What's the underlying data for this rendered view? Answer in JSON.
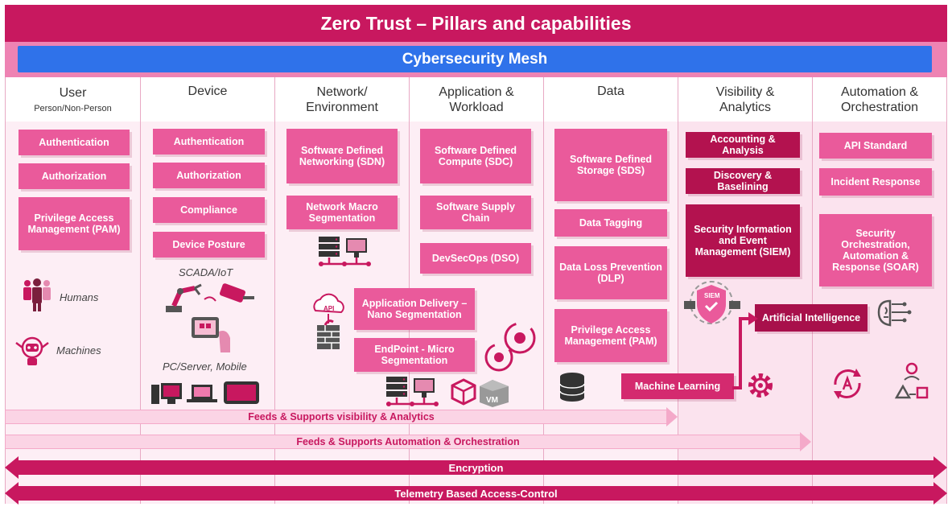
{
  "title": "Zero Trust – Pillars and capabilities",
  "mesh": "Cybersecurity Mesh",
  "columns": [
    {
      "title": "User",
      "subtitle": "Person/Non-Person"
    },
    {
      "title": "Device"
    },
    {
      "title": "Network/ Environment"
    },
    {
      "title": "Application & Workload"
    },
    {
      "title": "Data"
    },
    {
      "title": "Visibility & Analytics"
    },
    {
      "title": "Automation & Orchestration"
    }
  ],
  "user": {
    "boxes": [
      "Authentication",
      "Authorization",
      "Privilege Access Management (PAM)"
    ],
    "humans": "Humans",
    "machines": "Machines"
  },
  "device": {
    "boxes": [
      "Authentication",
      "Authorization",
      "Compliance",
      "Device Posture"
    ],
    "scada": "SCADA/IoT",
    "pc": "PC/Server, Mobile"
  },
  "network": {
    "boxes": [
      "Software Defined Networking (SDN)",
      "Network Macro Segmentation",
      "Application Delivery – Nano Segmentation",
      "EndPoint - Micro Segmentation"
    ],
    "api": "API"
  },
  "application": {
    "boxes": [
      "Software Defined Compute (SDC)",
      "Software Supply Chain",
      "DevSecOps (DSO)"
    ],
    "vm": "VM"
  },
  "data_col": {
    "boxes": [
      "Software Defined Storage (SDS)",
      "Data Tagging",
      "Data Loss Prevention (DLP)",
      "Privilege Access Management (PAM)"
    ],
    "ml": "Machine Learning"
  },
  "visibility": {
    "boxes": [
      "Accounting & Analysis",
      "Discovery & Baselining",
      "Security Information and Event Management (SIEM)"
    ],
    "siem": "SIEM",
    "ai": "Artificial Intelligence"
  },
  "automation": {
    "boxes": [
      "API Standard",
      "Incident Response",
      "Security Orchestration, Automation & Response (SOAR)"
    ]
  },
  "bands": {
    "feeds_visibility": "Feeds & Supports visibility & Analytics",
    "feeds_automation": "Feeds & Supports Automation & Orchestration",
    "encryption": "Encryption",
    "telemetry": "Telemetry Based Access-Control"
  },
  "colors": {
    "primary": "#c8185f",
    "box": "#ea5a9b",
    "dark": "#b3124f",
    "mesh": "#2f72ea"
  }
}
